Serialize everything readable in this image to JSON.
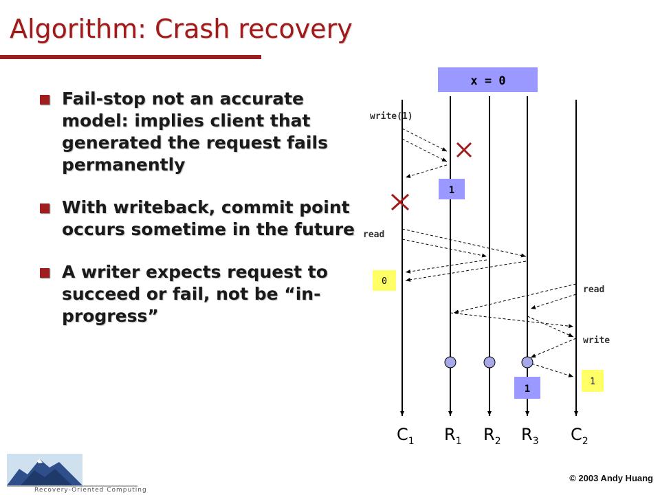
{
  "slide": {
    "title": "Algorithm: Crash recovery",
    "bullets": [
      "Fail-stop not an accurate model: implies client that generated the request fails permanently",
      "With writeback, commit point occurs sometime in the future",
      "A writer expects request to succeed or fail, not be “in-progress”"
    ]
  },
  "diagram": {
    "state_label": "x = 0",
    "process_labels": [
      {
        "name": "C",
        "sub": "1"
      },
      {
        "name": "R",
        "sub": "1"
      },
      {
        "name": "R",
        "sub": "2"
      },
      {
        "name": "R",
        "sub": "3"
      },
      {
        "name": "C",
        "sub": "2"
      }
    ],
    "op_write1": "write(1)",
    "op_read_c1": "read",
    "op_read_c2": "read",
    "op_write_c2": "write",
    "value_r1": "1",
    "value_c1": "0",
    "value_r3": "1",
    "value_c2": "1",
    "colors": {
      "accent": "#9e1f1f",
      "state_box": "#9999ff",
      "value_box_blue": "#9999ff",
      "value_box_yellow": "#ffff66",
      "crash": "#a01a1a",
      "node": "#a8a8e8"
    }
  },
  "footer": {
    "logo_text": "Recovery-Oriented Computing",
    "copyright": "© 2003 Andy Huang"
  }
}
